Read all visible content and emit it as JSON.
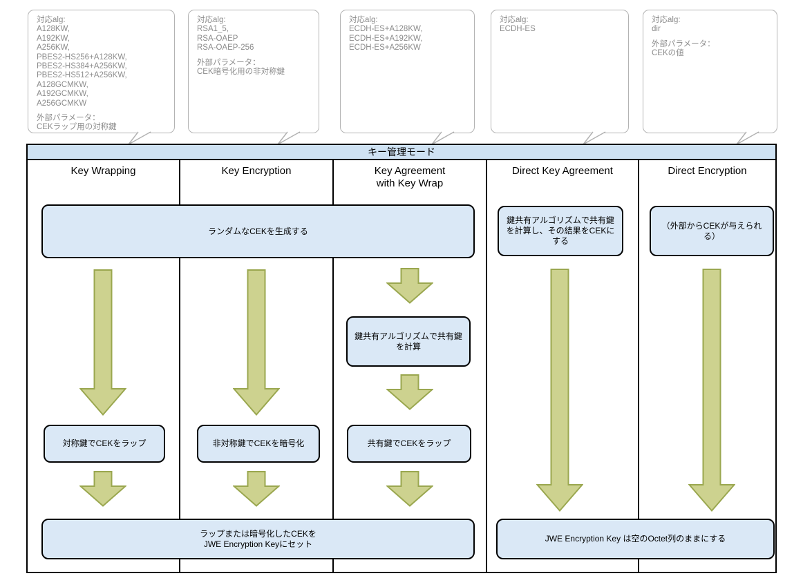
{
  "diagram": {
    "header": {
      "title": "キー管理モード"
    },
    "columns": [
      {
        "label": "Key Wrapping"
      },
      {
        "label": "Key Encryption"
      },
      {
        "label": "Key Agreement\nwith Key Wrap"
      },
      {
        "label": "Direct Key Agreement"
      },
      {
        "label": "Direct Encryption"
      }
    ],
    "callouts": [
      {
        "algs": "対応alg:\nA128KW,\nA192KW,\nA256KW,\nPBES2-HS256+A128KW,\nPBES2-HS384+A256KW,\nPBES2-HS512+A256KW,\nA128GCMKW,\nA192GCMKW,\nA256GCMKW",
        "param": "外部パラメータ：\nCEKラップ用の対称鍵"
      },
      {
        "algs": "対応alg:\nRSA1_5,\nRSA-OAEP\nRSA-OAEP-256",
        "param": "外部パラメータ：\nCEK暗号化用の非対称鍵"
      },
      {
        "algs": "対応alg:\nECDH-ES+A128KW,\nECDH-ES+A192KW,\nECDH-ES+A256KW"
      },
      {
        "algs": "対応alg:\nECDH-ES"
      },
      {
        "algs": "対応alg:\ndir",
        "param": "外部パラメータ：\nCEKの値"
      }
    ],
    "boxes": {
      "generate_cek": "ランダムなCEKを生成する",
      "agree_result_cek": "鍵共有アルゴリズムで共有鍵\nを計算し、その結果をCEKに\nする",
      "external_cek": "（外部からCEKが与えられ\nる）",
      "agree_compute": "鍵共有アルゴリズムで共有鍵\nを計算",
      "wrap_symmetric": "対称鍵でCEKをラップ",
      "encrypt_asymmetric": "非対称鍵でCEKを暗号化",
      "wrap_shared": "共有鍵でCEKをラップ",
      "set_jwe_key": "ラップまたは暗号化したCEKを\nJWE Encryption Keyにセット",
      "keep_empty_octet": "JWE Encryption Key は空のOctet列のままにする"
    },
    "colors": {
      "header_fill": "#cfe2f3",
      "box_fill": "#dae8f6",
      "box_border": "#000000",
      "arrow_fill": "#cdd28f",
      "arrow_stroke": "#9aa74f",
      "bubble_border": "#b3b3b3",
      "bubble_text": "#8c8c8c"
    }
  }
}
